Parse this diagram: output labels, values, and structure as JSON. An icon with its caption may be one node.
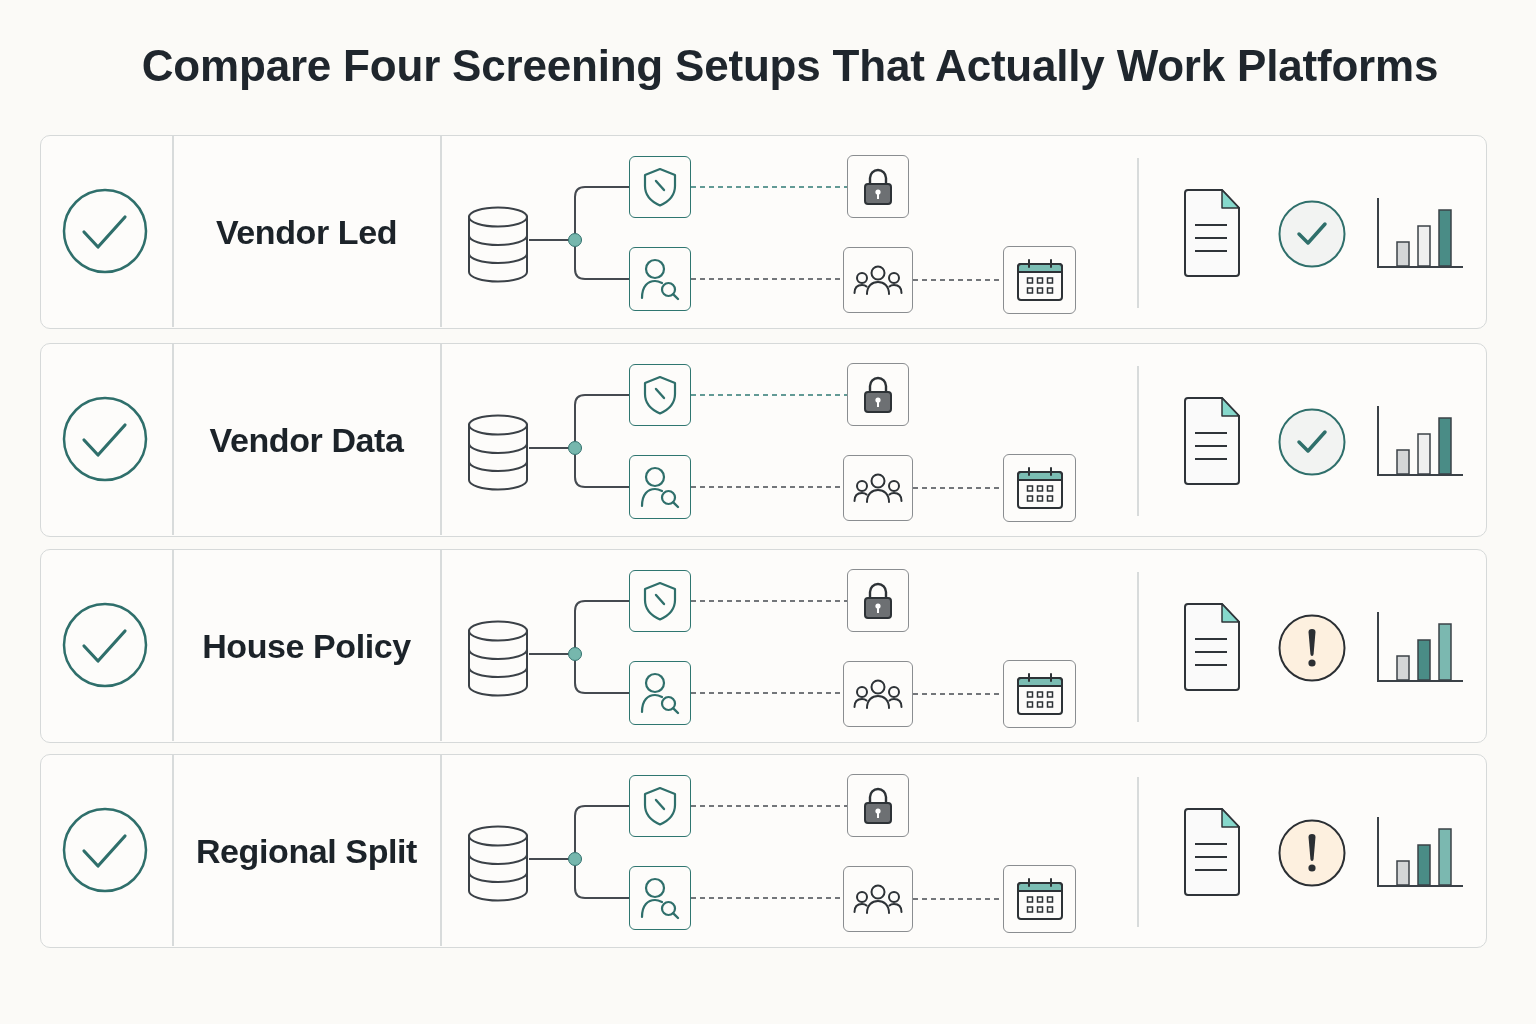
{
  "diagram": {
    "title": "Compare Four Screening Setups That Actually Work Platforms",
    "nodes": [
      {
        "text": [
          "Vendor Led"
        ]
      },
      {
        "text": [],
        "shape": "cylinder",
        "in": 0
      },
      {
        "text": [],
        "shape": "circle",
        "in": 0
      },
      {
        "text": [],
        "shape": "box",
        "in": 0
      },
      {
        "text": [],
        "shape": "box",
        "in": 0
      },
      {
        "text": [],
        "shape": "box",
        "in": 0
      },
      {
        "text": [],
        "shape": "box",
        "in": 0
      },
      {
        "text": [],
        "shape": "box",
        "in": 0
      },
      {
        "text": [
          "Vendor Data"
        ]
      },
      {
        "text": [],
        "shape": "cylinder",
        "in": 8
      },
      {
        "text": [],
        "shape": "circle",
        "in": 8
      },
      {
        "text": [],
        "shape": "box",
        "in": 8
      },
      {
        "text": [],
        "shape": "box",
        "in": 8
      },
      {
        "text": [],
        "shape": "box",
        "in": 8
      },
      {
        "text": [],
        "shape": "box",
        "in": 8
      },
      {
        "text": [],
        "shape": "box",
        "in": 8
      },
      {
        "text": [
          "House Policy"
        ]
      },
      {
        "text": [],
        "shape": "cylinder",
        "in": 16
      },
      {
        "text": [],
        "shape": "circle",
        "in": 16
      },
      {
        "text": [],
        "shape": "box",
        "in": 16
      },
      {
        "text": [],
        "shape": "box",
        "in": 16
      },
      {
        "text": [],
        "shape": "box",
        "in": 16
      },
      {
        "text": [],
        "shape": "box",
        "in": 16
      },
      {
        "text": [],
        "shape": "box",
        "in": 16
      },
      {
        "text": [
          "Regional Split"
        ]
      },
      {
        "text": [],
        "shape": "cylinder",
        "in": 24
      },
      {
        "text": [],
        "shape": "circle",
        "in": 24
      },
      {
        "text": [],
        "shape": "box",
        "in": 24
      },
      {
        "text": [],
        "shape": "box",
        "in": 24
      },
      {
        "text": [],
        "shape": "box",
        "in": 24
      },
      {
        "text": [],
        "shape": "box",
        "in": 24
      },
      {
        "text": [],
        "shape": "box",
        "in": 24
      }
    ],
    "edges": [
      {
        "from": 1,
        "to": 2,
        "arrow": "none"
      },
      {
        "from": 2,
        "to": 3,
        "arrow": "none"
      },
      {
        "from": 2,
        "to": 4,
        "arrow": "none"
      },
      {
        "from": 3,
        "to": 5,
        "arrow": "none",
        "style": "dashed",
        "color": "#2f7a74"
      },
      {
        "from": 4,
        "to": 6,
        "arrow": "none",
        "style": "dashed"
      },
      {
        "from": 6,
        "to": 7,
        "arrow": "none",
        "style": "dashed"
      },
      {
        "from": 9,
        "to": 10,
        "arrow": "none"
      },
      {
        "from": 10,
        "to": 11,
        "arrow": "none"
      },
      {
        "from": 10,
        "to": 12,
        "arrow": "none"
      },
      {
        "from": 11,
        "to": 13,
        "arrow": "none",
        "style": "dashed",
        "color": "#2f7a74"
      },
      {
        "from": 12,
        "to": 14,
        "arrow": "none",
        "style": "dashed"
      },
      {
        "from": 14,
        "to": 15,
        "arrow": "none",
        "style": "dashed"
      },
      {
        "from": 17,
        "to": 18,
        "arrow": "none"
      },
      {
        "from": 18,
        "to": 19,
        "arrow": "none"
      },
      {
        "from": 18,
        "to": 20,
        "arrow": "none"
      },
      {
        "from": 19,
        "to": 21,
        "arrow": "none",
        "style": "dashed"
      },
      {
        "from": 20,
        "to": 22,
        "arrow": "none",
        "style": "dashed"
      },
      {
        "from": 22,
        "to": 23,
        "arrow": "none",
        "style": "dashed"
      },
      {
        "from": 25,
        "to": 26,
        "arrow": "none"
      },
      {
        "from": 26,
        "to": 27,
        "arrow": "none"
      },
      {
        "from": 26,
        "to": 28,
        "arrow": "none"
      },
      {
        "from": 27,
        "to": 29,
        "arrow": "none",
        "style": "dashed"
      },
      {
        "from": 28,
        "to": 30,
        "arrow": "none",
        "style": "dashed"
      },
      {
        "from": 30,
        "to": 31,
        "arrow": "none",
        "style": "dashed"
      }
    ]
  }
}
